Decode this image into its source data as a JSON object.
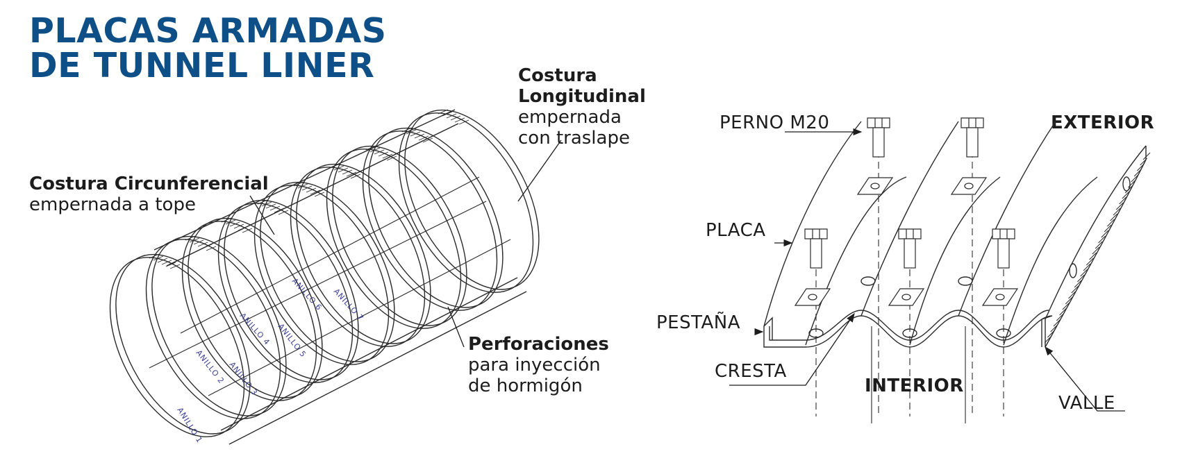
{
  "title": {
    "line1": "PLACAS ARMADAS",
    "line2": "DE TUNNEL LINER"
  },
  "colors": {
    "title": "#0d4f86",
    "ring_label": "#3b3f9a",
    "ink": "#1c1c1c"
  },
  "callouts": {
    "longitudinal": {
      "bold1": "Costura",
      "bold2": "Longitudinal",
      "text1": "empernada",
      "text2": "con traslape"
    },
    "circumferential": {
      "bold": "Costura Circunferencial",
      "text": "empernada a tope"
    },
    "perforations": {
      "bold": "Perforaciones",
      "text1": "para inyección",
      "text2": "de hormigón"
    }
  },
  "rings": [
    "ANILLO 1",
    "ANILLO 2",
    "ANILLO 3",
    "ANILLO 4",
    "ANILLO 5",
    "ANILLO 6",
    "ANILLO 7"
  ],
  "detail_labels": {
    "bolt": "PERNO M20",
    "plate": "PLACA",
    "flange": "PESTAÑA",
    "crest": "CRESTA",
    "exterior": "EXTERIOR",
    "interior": "INTERIOR",
    "valley": "VALLE"
  }
}
